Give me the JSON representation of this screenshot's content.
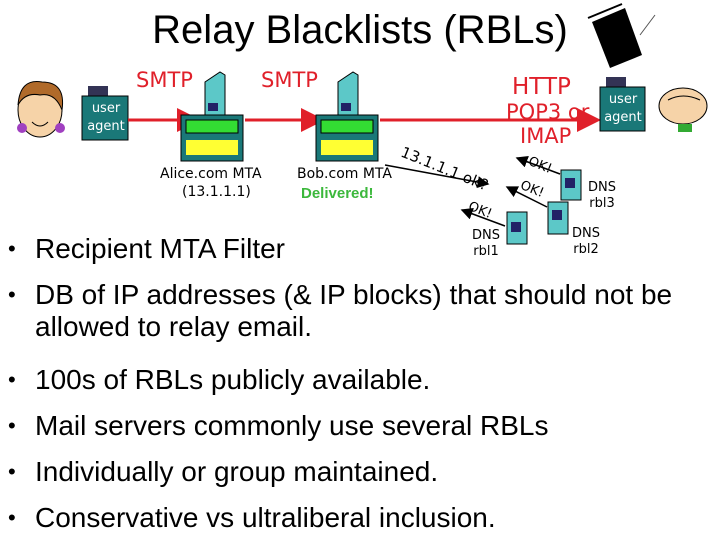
{
  "title": "Relay Blacklists (RBLs)",
  "diagram": {
    "smtp1": "SMTP",
    "smtp2": "SMTP",
    "http": "HTTP",
    "pop3": "POP3 or",
    "imap": "IMAP",
    "user_agent_left": [
      "user",
      "agent"
    ],
    "user_agent_right": [
      "user",
      "agent"
    ],
    "alice_mta": "Alice.com MTA",
    "alice_ip": "(13.1.1.1)",
    "bob_mta": "Bob.com MTA",
    "delivered": "Delivered!",
    "query": "13.1.1.1 ok?",
    "ok": "OK!",
    "dns3": [
      "DNS",
      "rbl3"
    ],
    "dns2": [
      "DNS",
      "rbl2"
    ],
    "dns1": [
      "DNS",
      "rbl1"
    ],
    "colors": {
      "arrow": "#e0202a",
      "box": "#1a7878",
      "delivered": "#3cb83c",
      "screen": "#33dd33"
    }
  },
  "bullets": [
    "Recipient MTA Filter",
    "DB of IP addresses (& IP blocks) that should not be allowed to relay email.",
    "100s of RBLs publicly available.",
    "Mail servers commonly use several RBLs",
    "Individually or group maintained.",
    "Conservative vs ultraliberal inclusion."
  ]
}
